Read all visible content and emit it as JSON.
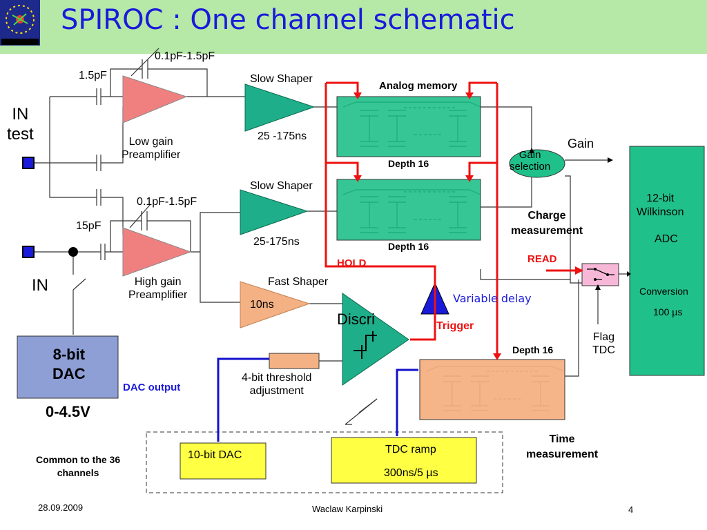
{
  "title": "SPIROC : One channel schematic",
  "colors": {
    "title_band": "#b6e8a7",
    "title_text": "#1a1adb",
    "preamp": "#f08080",
    "shaper": "#1fae8a",
    "memory": "#20c08a",
    "tdc_memory": "#f4b183",
    "fast_shaper": "#f4b183",
    "dac8": "#8e9fd6",
    "yellow": "#ffff44",
    "wire_red": "#ee1111",
    "wire_blue": "#1111cc"
  },
  "inputs": {
    "in_test": "IN\ntest",
    "in": "IN"
  },
  "low_gain": {
    "feedback_cap_var": "0.1pF-1.5pF",
    "input_cap": "1.5pF",
    "label": "Low gain\nPreamplifier"
  },
  "high_gain": {
    "feedback_cap_var": "0.1pF-1.5pF",
    "input_cap": "15pF",
    "label": "High gain\nPreamplifier"
  },
  "slow_shaper_1": {
    "label": "Slow Shaper",
    "timing": "25 -175ns"
  },
  "slow_shaper_2": {
    "label": "Slow Shaper",
    "timing": "25-175ns"
  },
  "fast_shaper": {
    "label": "Fast Shaper",
    "timing": "10ns"
  },
  "analog_memory": {
    "title": "Analog memory",
    "depth_1": "Depth 16",
    "depth_2": "Depth 16"
  },
  "gain_output": "Gain",
  "gain_selection": "Gain\nselection",
  "charge_measurement": "Charge\nmeasurement",
  "adc": {
    "l1": "12-bit\nWilkinson",
    "l2": "ADC",
    "l3": "Conversion",
    "l4": "100 µs"
  },
  "hold": "HOLD",
  "read": "READ",
  "variable_delay": "Variable delay",
  "trigger": "Trigger",
  "discri": "Discri",
  "dac8": {
    "label": "8-bit\nDAC",
    "range": "0-4.5V",
    "output": "DAC output"
  },
  "threshold_adj": "4-bit threshold\nadjustment",
  "tdc_memory_depth": "Depth 16",
  "flag_tdc": "Flag\nTDC",
  "time_measurement": "Time\nmeasurement",
  "common": "Common to the 36\nchannels",
  "dac10": "10-bit DAC",
  "tdc_ramp": {
    "l1": "TDC ramp",
    "l2": "300ns/5 µs"
  },
  "footer": {
    "date": "28.09.2009",
    "author": "Waclaw Karpinski",
    "page": "4"
  }
}
